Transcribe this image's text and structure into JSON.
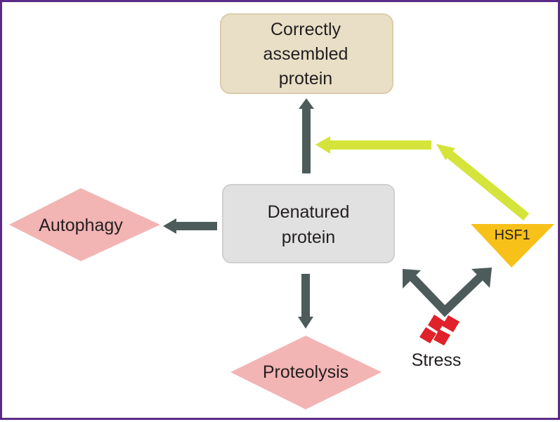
{
  "nodes": {
    "correct": {
      "lines": [
        "Correctly",
        "assembled",
        "protein"
      ]
    },
    "denatured": {
      "lines": [
        "Denatured",
        "protein"
      ]
    },
    "autophagy": {
      "label": "Autophagy"
    },
    "proteolysis": {
      "label": "Proteolysis"
    },
    "hsf1": {
      "label": "HSF1"
    },
    "stress": {
      "label": "Stress"
    }
  },
  "colors": {
    "frame": "#5b2a86",
    "correct_fill": "#e8dfc6",
    "correct_stroke": "#d9ccab",
    "denatured_fill": "#e1e1e1",
    "denatured_stroke": "#cfcfcf",
    "diamond_fill": "#f3b4b4",
    "hsf1_fill": "#f8c11a",
    "dark_arrow": "#4d5c5b",
    "green_arrow": "#d4e43a",
    "stress_red": "#e0202a"
  }
}
